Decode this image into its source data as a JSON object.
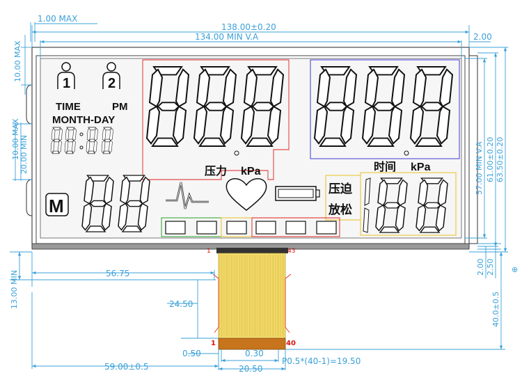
{
  "dimensions": {
    "overall_width": "138.00±0.20",
    "view_area_width": "134.00  MIN  V.A",
    "top_margin": "1.00  MAX",
    "right_margin": "2.00",
    "left_top": "10.00  MAX",
    "left_mid_max": "10.00  MAX",
    "left_mid_min": "20.00  MIN",
    "va_height": "57.00  MIN  V.A",
    "height_61": "61.00±0.20",
    "height_63": "63.50±0.20",
    "bottom_2": "2.00",
    "bottom_250": "2.50",
    "fpc_offset": "56.75",
    "fpc_min": "13.00  MIN",
    "fpc_inner": "24.50",
    "fpc_total": "40.0±0.5",
    "pitch_gap": "0.50",
    "pin_width": "0.30",
    "fpc_width": "20.50",
    "pitch_formula": "P0.5*(40-1)=19.50",
    "left_offset": "59.00±0.5",
    "tiny_mark": "⊕"
  },
  "lcd": {
    "time_label": "TIME",
    "pm_label": "PM",
    "month_day_label": "MONTH-DAY",
    "clock_digits": "88:88",
    "user1": "1",
    "user2": "2",
    "memory": "M",
    "pressure_cn": "压力",
    "pressure_unit": "kPa",
    "time_cn": "时间",
    "time_unit": "kPa",
    "pressure_cn2": "压迫",
    "relax_cn": "放松"
  },
  "pins": {
    "panel_first": "1",
    "panel_last": "43",
    "fpc_first": "1",
    "fpc_last": "40"
  },
  "colors": {
    "dimension": "#3aa0d8",
    "red_outline": "#e01e1e",
    "blue_outline": "#3a3ad0",
    "yellow_outline": "#e8c020",
    "green_outline": "#2aa02a",
    "fpc_gold": "#f7e17a",
    "fpc_stiffener": "#c8741c"
  }
}
